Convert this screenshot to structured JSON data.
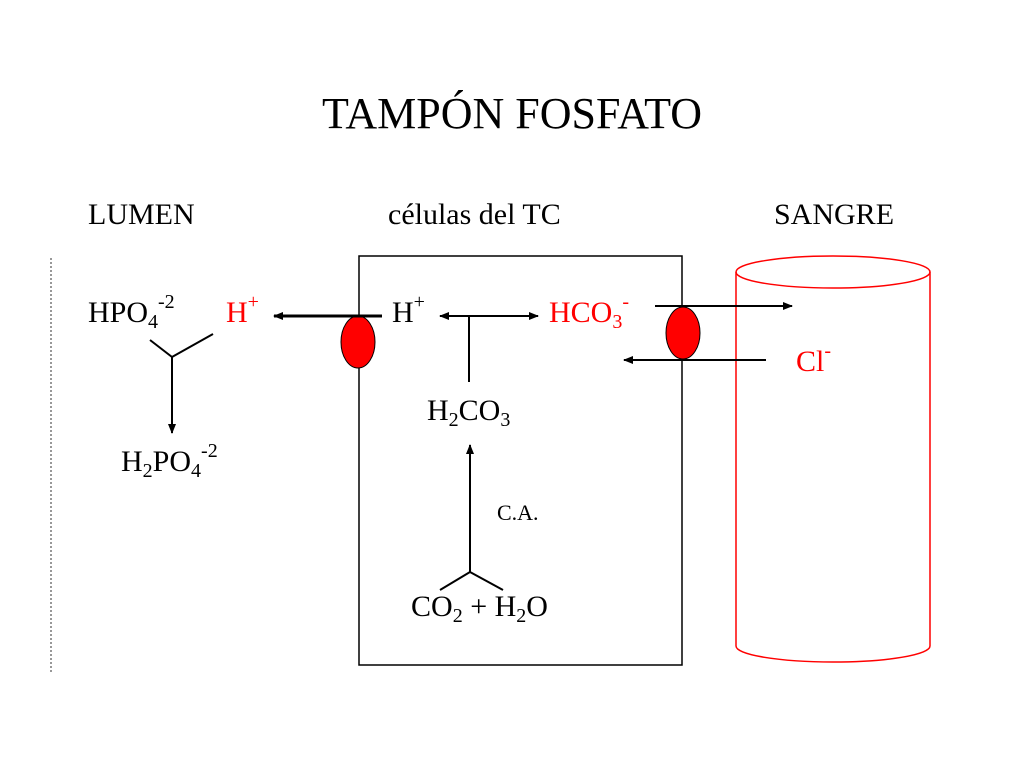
{
  "title": "TAMPÓN FOSFATO",
  "compartments": {
    "lumen": "LUMEN",
    "cells": "células del TC",
    "blood": "SANGRE"
  },
  "species": {
    "hpo4": {
      "base": "HPO",
      "sub": "4",
      "sup": "-2"
    },
    "h_lumen": {
      "base": "H",
      "sup": "+"
    },
    "h2po4": {
      "pre": "H",
      "sub1": "2",
      "base": "PO",
      "sub2": "4",
      "sup": "-2"
    },
    "h_cell": {
      "base": "H",
      "sup": "+"
    },
    "hco3": {
      "base": "HCO",
      "sub": "3",
      "sup": "-"
    },
    "h2co3": {
      "pre": "H",
      "sub1": "2",
      "base": "CO",
      "sub2": "3"
    },
    "ca": "C.A.",
    "co2_h2o": {
      "a": "CO",
      "a_sub": "2",
      "plus": " + H",
      "b_sub": "2",
      "b": "O"
    },
    "cl": {
      "base": "Cl",
      "sup": "-"
    }
  },
  "colors": {
    "accent": "#ff0000",
    "text": "#000000",
    "vessel": "#ff0000"
  }
}
